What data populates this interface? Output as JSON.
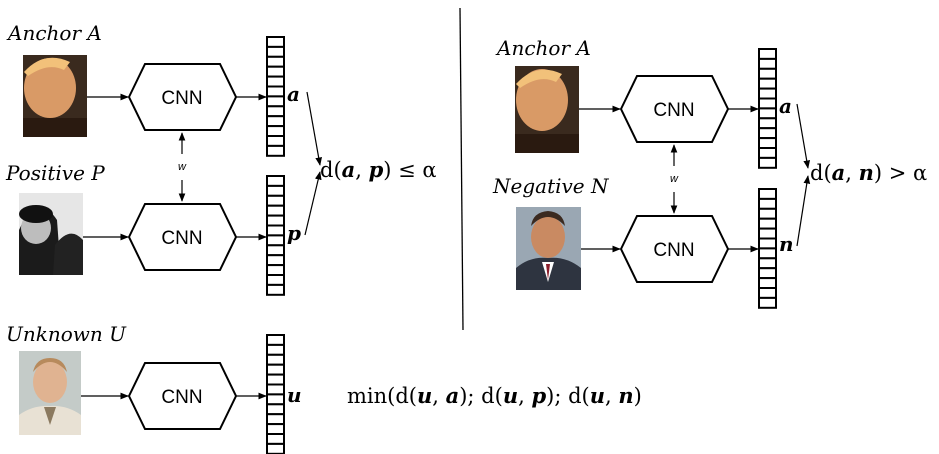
{
  "labels": {
    "anchor_left": "Anchor A",
    "positive": "Positive P",
    "anchor_right": "Anchor A",
    "negative": "Negative N",
    "unknown": "Unknown U"
  },
  "network_label": "CNN",
  "shared_weights": "w",
  "vectors": {
    "a": "a",
    "p": "p",
    "n": "n",
    "u": "u"
  },
  "formulas": {
    "positive_distance": [
      "d(",
      "a",
      ", ",
      "p",
      ") ≤ α"
    ],
    "negative_distance": [
      "d(",
      "a",
      ", ",
      "n",
      ") > α"
    ],
    "minimum": [
      "min(d(",
      "u",
      ", ",
      "a",
      "); d(",
      "u",
      ", ",
      "p",
      "); d(",
      "u",
      ", ",
      "n",
      ")"
    ]
  },
  "photos": [
    "anchor-face",
    "positive-face",
    "anchor-face",
    "negative-face",
    "unknown-face"
  ]
}
